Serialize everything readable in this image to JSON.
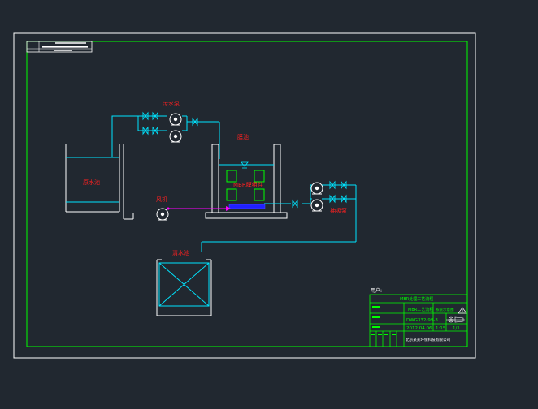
{
  "labels": {
    "raw_tank": "原水池",
    "feed_pump": "污水泵",
    "mbr_tank": "膜池",
    "membrane_module": "MBR膜组件",
    "blower": "风机",
    "suction_pump": "抽吸泵",
    "clear_tank": "清水池"
  },
  "title_block": {
    "user": "用户:",
    "project": "MBR处理工艺流程",
    "drawing_name": "MBR工艺流程",
    "scheme": "系统示意图",
    "drawing_no": "DWG332-99-3",
    "date": "2012.04.06",
    "scale": "1:15",
    "sheet": "1/1",
    "company": "北京某某环保科技有限公司"
  },
  "colors": {
    "background": "#212830",
    "frame_outer": "#ffffff",
    "frame_inner": "#00ff00",
    "pipe": "#00e5ff",
    "label": "#ff2020",
    "air_line": "#ff00ff",
    "diffuser": "#2020ff"
  }
}
